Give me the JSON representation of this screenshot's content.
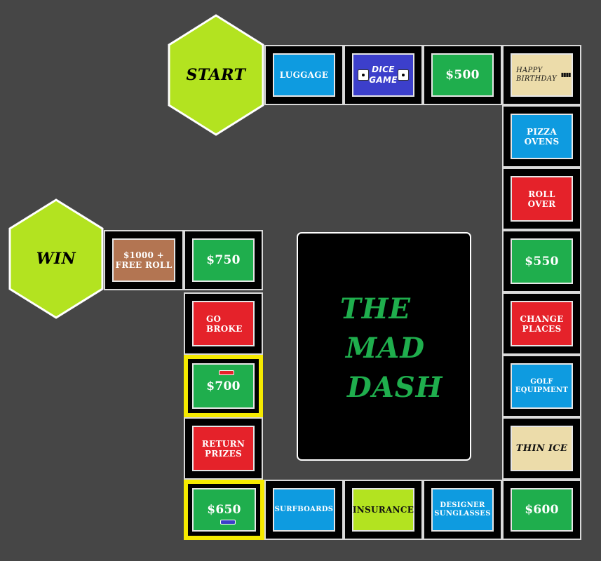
{
  "hexes": {
    "start": {
      "label": "START",
      "color": "#b3e320"
    },
    "win": {
      "label": "WIN",
      "color": "#b3e320"
    }
  },
  "center": {
    "line1": "THE",
    "line2": "MAD",
    "line3": "DASH",
    "color": "#1fae4d"
  },
  "spaces": {
    "luggage": "LUGGAGE",
    "dice_game_line1": "DICE",
    "dice_game_line2": "GAME",
    "money_500": "$500",
    "birthday_line1": "HAPPY",
    "birthday_line2": "BIRTHDAY",
    "pizza_line1": "PIZZA",
    "pizza_line2": "OVENS",
    "roll_line1": "ROLL",
    "roll_line2": "OVER",
    "money_550": "$550",
    "change_line1": "CHANGE",
    "change_line2": "PLACES",
    "golf_line1": "GOLF",
    "golf_line2": "EQUIPMENT",
    "thin_ice": "THIN ICE",
    "money_600": "$600",
    "designer_line1": "DESIGNER",
    "designer_line2": "SUNGLASSES",
    "insurance": "INSURANCE",
    "surfboards": "SURFBOARDS",
    "money_650": "$650",
    "return_line1": "RETURN",
    "return_line2": "PRIZES",
    "money_700": "$700",
    "broke_line1": "GO",
    "broke_line2": "BROKE",
    "money_750": "$750",
    "free_roll_line1": "$1000 +",
    "free_roll_line2": "FREE ROLL"
  },
  "colors": {
    "background": "#464646",
    "blue": "#0e9be0",
    "green": "#1fae4d",
    "red": "#e5222a",
    "beige": "#ecdcaa",
    "brown": "#b37552",
    "lime": "#b3e320",
    "purple": "#3c3fcb",
    "highlight": "#f5ea00"
  }
}
